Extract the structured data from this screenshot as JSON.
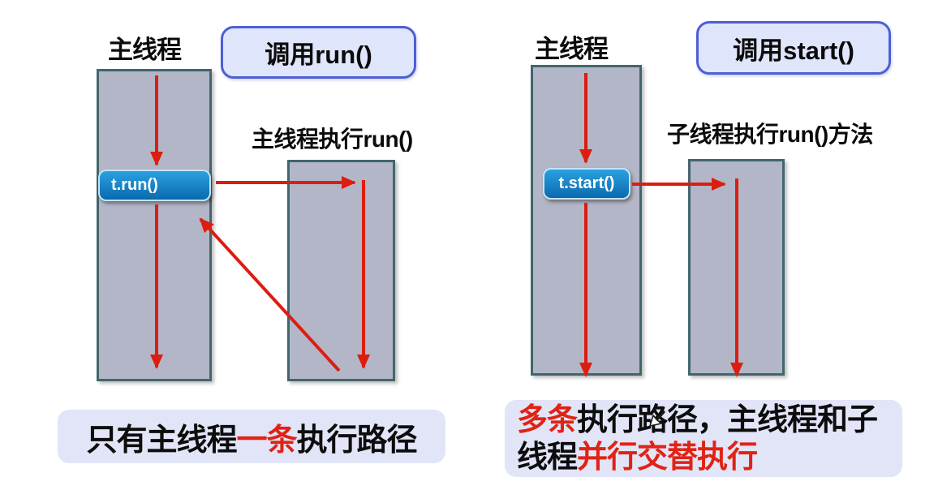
{
  "colors": {
    "lane_fill": "#b3b6c7",
    "lane_border": "#41666c",
    "arrow_red": "#dc1d10",
    "badge_fill": "#dfe5fa",
    "badge_border": "#4e5fd6",
    "pill_blue_top": "#2aa1e0",
    "pill_blue_bottom": "#0b69ae",
    "caption_bg": "#e2e5f7",
    "highlight_red": "#e02314"
  },
  "left_diagram": {
    "thread_label": "主线程",
    "call_badge": "调用run()",
    "method_pill": "t.run()",
    "exec_label": "主线程执行run()",
    "caption": {
      "prefix": "只有主线程",
      "highlight": "一条",
      "suffix": "执行路径"
    },
    "arrows": [
      "main-thread-down-into-t.run-pill",
      "main-thread-continues-down-after-run-returns",
      "t.run-horizontal-call-into-run-body-lane",
      "run-body-executes-downward",
      "run-body-returns-diagonally-back-to-main-thread"
    ]
  },
  "right_diagram": {
    "thread_label": "主线程",
    "call_badge": "调用start()",
    "method_pill": "t.start()",
    "exec_label": "子线程执行run()方法",
    "caption": {
      "line1_highlight": "多条",
      "line1_rest": "执行路径，主线程和子",
      "line2_prefix": "线程",
      "line2_highlight": "并行交替执行"
    },
    "arrows": [
      "main-thread-down-into-t.start-pill",
      "main-thread-continues-down-in-parallel",
      "t.start-horizontal-spawn-into-child-thread-lane",
      "child-thread-executes-run-downward"
    ]
  },
  "icons": {
    "cursor": "pen-cursor"
  }
}
